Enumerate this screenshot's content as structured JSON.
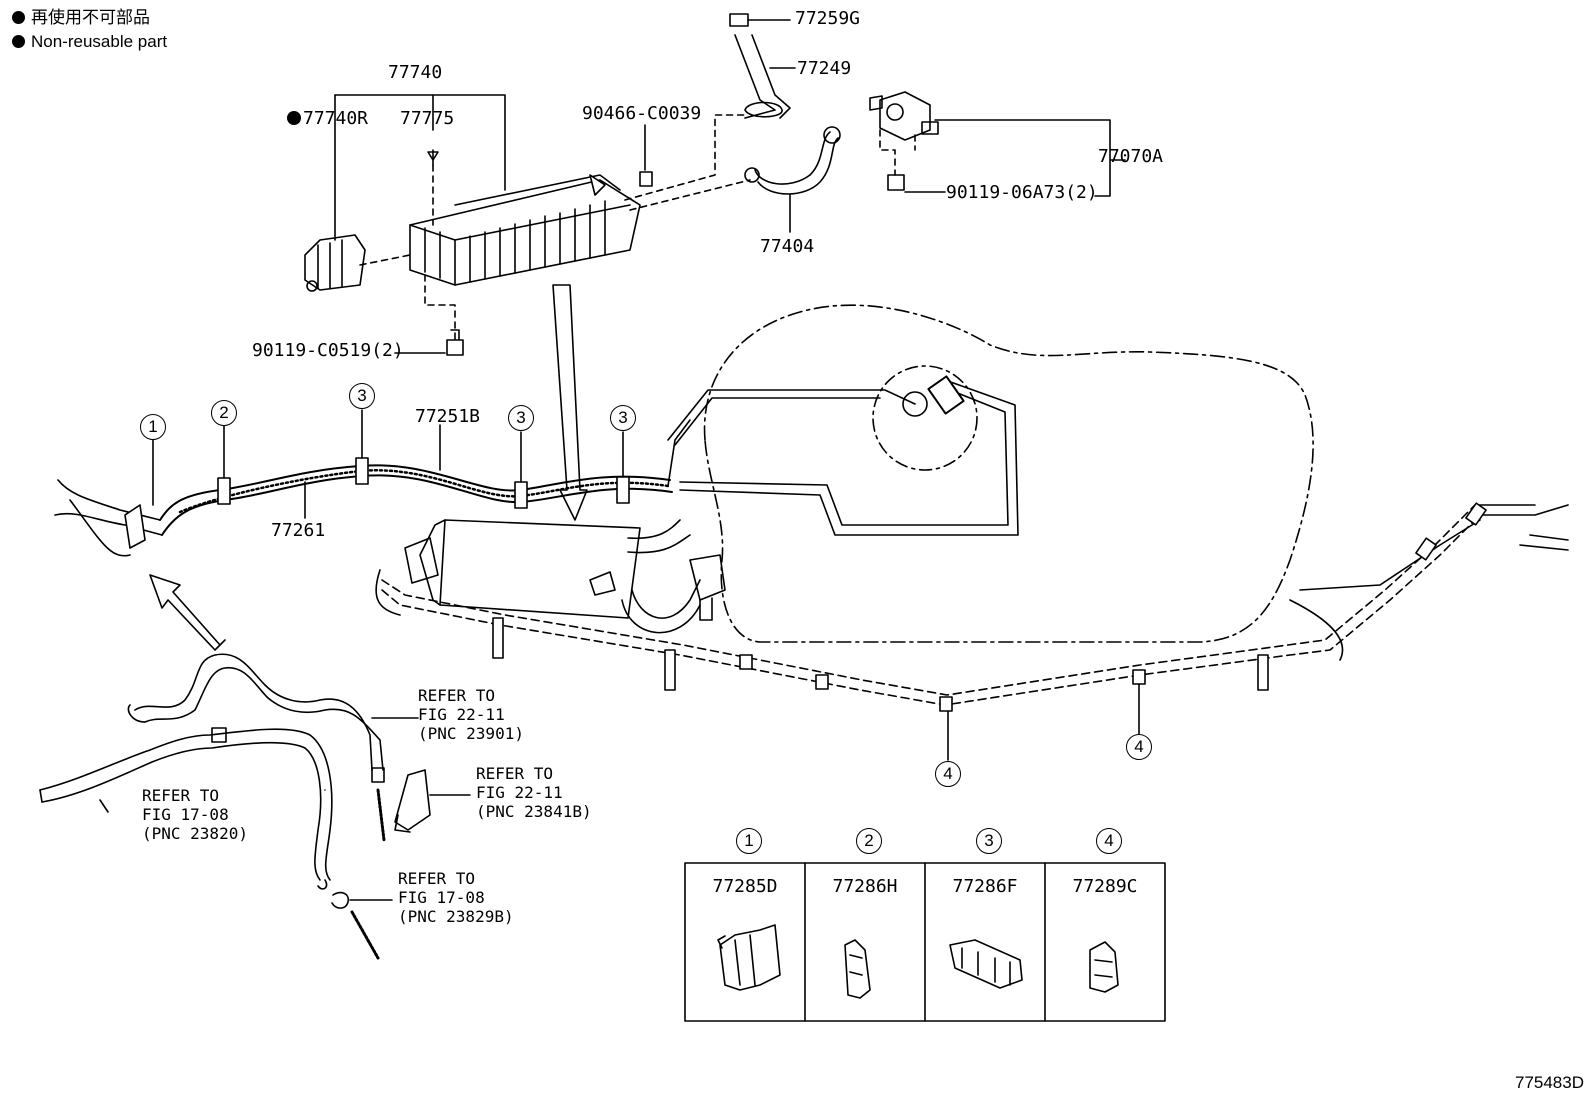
{
  "legend": {
    "jp": "再使用不可部品",
    "en": "Non-reusable part"
  },
  "parts": {
    "p77259G": "77259G",
    "p77249": "77249",
    "p77740": "77740",
    "p77740R": "77740R",
    "p77775": "77775",
    "p90466": "90466-C0039",
    "p77070A": "77070A",
    "p90119_06A73": "90119-06A73(2)",
    "p77404": "77404",
    "p90119_C0519": "90119-C0519(2)",
    "p77251B": "77251B",
    "p77261": "77261"
  },
  "circled": {
    "c1": "1",
    "c2": "2",
    "c3": "3",
    "c4": "4"
  },
  "references": {
    "r1": "REFER TO\nFIG 22-11\n(PNC 23901)",
    "r2": "REFER TO\nFIG 22-11\n(PNC 23841B)",
    "r3": "REFER TO\nFIG 17-08\n(PNC 23820)",
    "r4": "REFER TO\nFIG 17-08\n(PNC 23829B)"
  },
  "clip_table": [
    {
      "key": "1",
      "part": "77285D"
    },
    {
      "key": "2",
      "part": "77286H"
    },
    {
      "key": "3",
      "part": "77286F"
    },
    {
      "key": "4",
      "part": "77289C"
    }
  ],
  "diagram_id": "775483D"
}
